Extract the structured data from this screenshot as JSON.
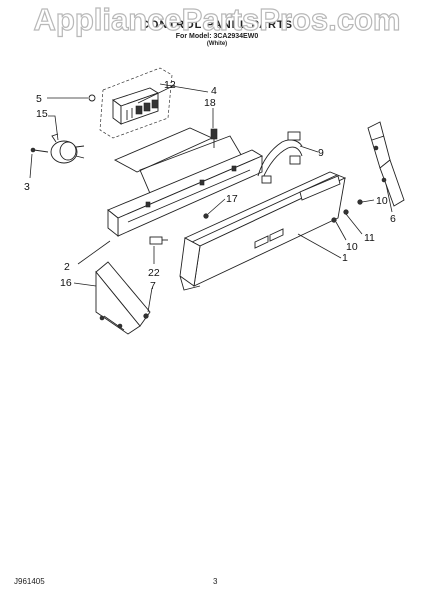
{
  "watermark": "AppliancePartsPros.com",
  "header": {
    "title": "CONTROL PANEL PARTS",
    "model_line": "For Model: 3CA2934EW0",
    "color_line": "(White)"
  },
  "footer": {
    "code": "J961405",
    "page_number": "3"
  },
  "callouts": {
    "c1": "1",
    "c2": "2",
    "c3": "3",
    "c4": "4",
    "c5": "5",
    "c6": "6",
    "c7": "7",
    "c9": "9",
    "c10a": "10",
    "c10b": "10",
    "c11": "11",
    "c12": "12",
    "c15": "15",
    "c16": "16",
    "c17": "17",
    "c18": "18",
    "c22": "22"
  }
}
